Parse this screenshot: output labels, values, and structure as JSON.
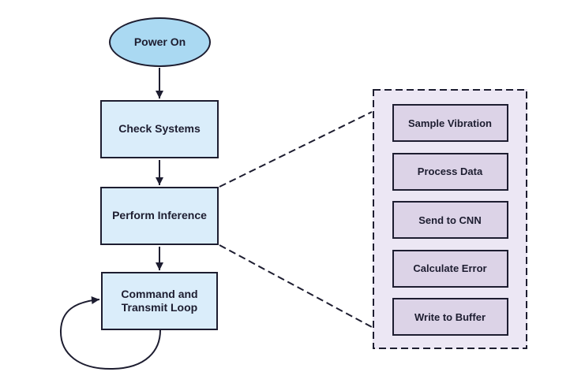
{
  "diagram": {
    "main_flow": {
      "power_on": "Power On",
      "check_systems": "Check Systems",
      "perform_inference": "Perform Inference",
      "command_loop": "Command and Transmit Loop"
    },
    "inference_detail": {
      "steps": [
        "Sample Vibration",
        "Process Data",
        "Send to CNN",
        "Calculate Error",
        "Write to Buffer"
      ]
    }
  },
  "colors": {
    "terminal_fill": "#aad9f2",
    "process_fill": "#daedfa",
    "panel_fill": "#ece7f4",
    "step_fill": "#dcd3e7",
    "stroke": "#1d1d30",
    "text": "#1d1d30",
    "background": "#ffffff"
  }
}
